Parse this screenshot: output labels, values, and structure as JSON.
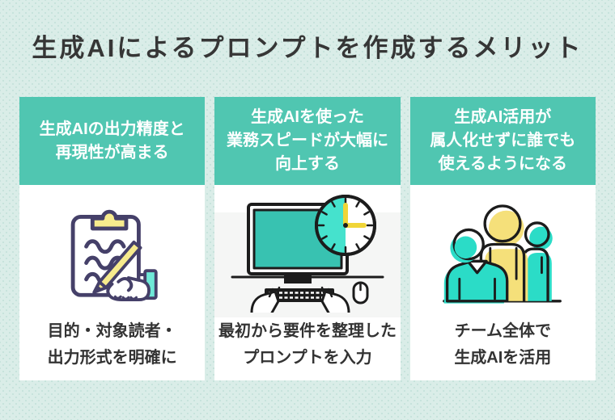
{
  "title": "生成AIによるプロンプトを作成するメリット",
  "columns": [
    {
      "header": "生成AIの出力精度と\n再現性が高まる",
      "caption": "目的・対象読者・\n出力形式を明確に",
      "icon": "clipboard-pen-icon"
    },
    {
      "header": "生成AIを使った\n業務スピードが大幅に\n向上する",
      "caption": "最初から要件を整理した\nプロンプトを入力",
      "icon": "computer-clock-icon"
    },
    {
      "header": "生成AI活用が\n属人化せずに誰でも\n使えるようになる",
      "caption": "チーム全体で\n生成AIを活用",
      "icon": "team-icon"
    }
  ],
  "colors": {
    "bg": "#DAEDE8",
    "dot": "#C7E3DC",
    "header-bg": "#50C6B1",
    "card-bg": "#FFFFFF",
    "title-color": "#363636",
    "caption-color": "#333333",
    "icon-purple": "#454069",
    "icon-yellow": "#F7EB8D",
    "icon-teal": "#2BDCC7",
    "icon-cuff": "#6FE9D7",
    "screen-teal": "#38C2B1",
    "clock-teal": "#45E2CD",
    "clock-hand": "#F0D537",
    "icon-outline": "#1C1C1C",
    "backdrop": "#F5F6F5"
  }
}
